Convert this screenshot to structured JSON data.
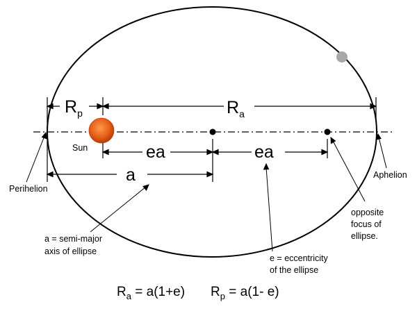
{
  "labels": {
    "rp_main": "R",
    "rp_sub": "p",
    "ra_main": "R",
    "ra_sub": "a",
    "ea_left": "ea",
    "ea_right": "ea",
    "a": "a",
    "sun": "Sun",
    "perihelion": "Perihelion",
    "aphelion": "Aphelion",
    "focus_line1": "opposite",
    "focus_line2": "focus of",
    "focus_line3": "ellipse.",
    "semimajor_line1": "a = semi-major",
    "semimajor_line2": "axis of ellipse",
    "ecc_line1": "e = eccentricity",
    "ecc_line2": "of the ellipse"
  },
  "formulas": {
    "f1_main": "R",
    "f1_sub": "a",
    "f1_rhs": " = a(1+e)",
    "f2_main": "R",
    "f2_sub": "p",
    "f2_rhs": " = a(1- e)"
  },
  "colors": {
    "sun": "#e8621a",
    "sun_dark": "#c0440e",
    "planet": "#a8a8a8",
    "line": "#000000"
  }
}
